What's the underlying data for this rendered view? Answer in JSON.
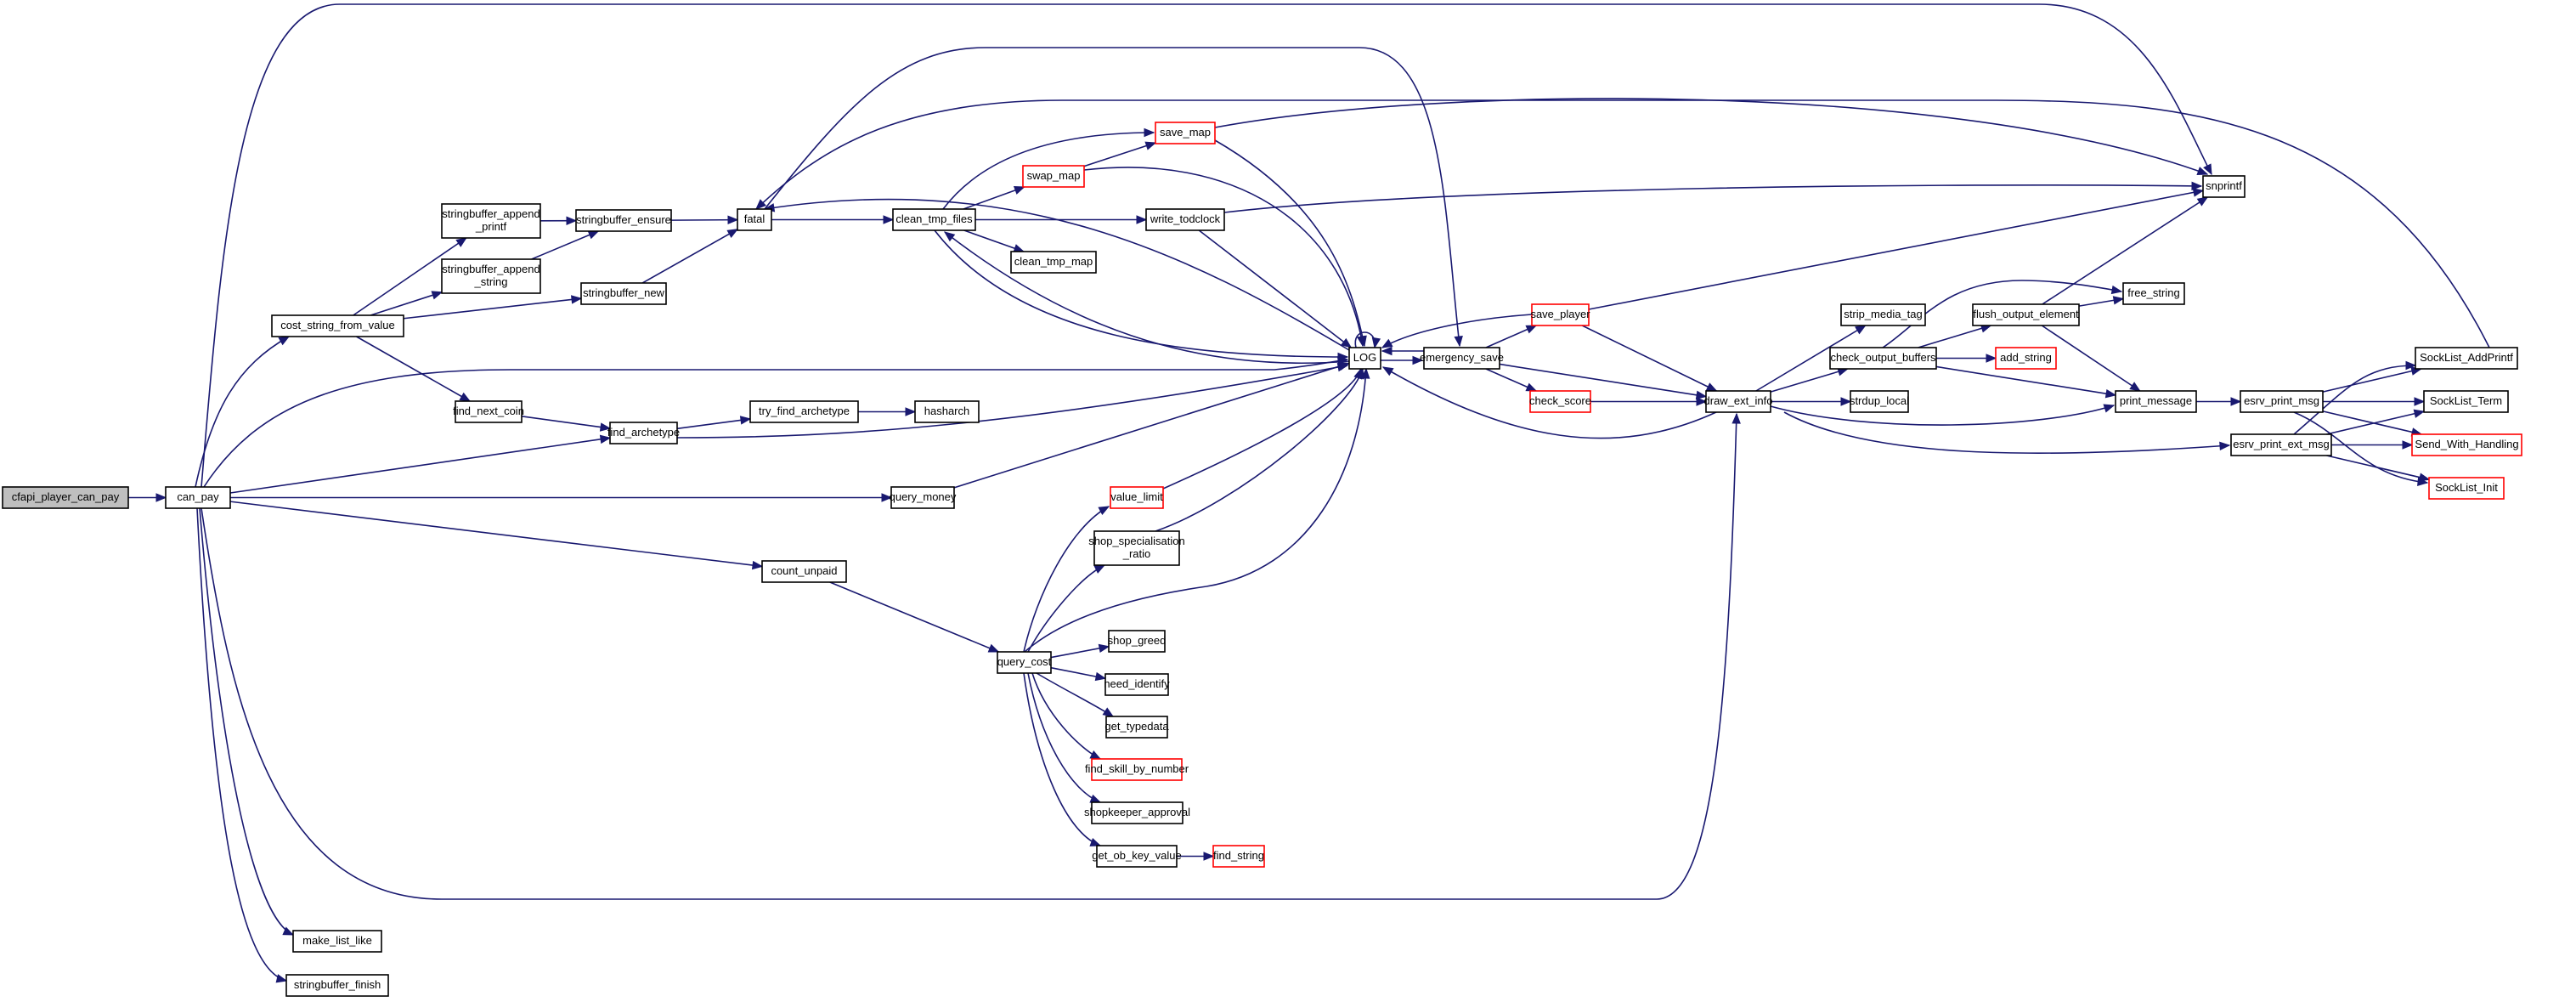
{
  "title": "cfapi_player_can_pay call graph",
  "colors": {
    "edge": "#191970",
    "truncated_border": "#ff0000",
    "root_fill": "#bfbfbf"
  },
  "nodes": [
    {
      "id": "cfapi_player_can_pay",
      "label": [
        "cfapi_player_can_pay"
      ],
      "kind": "root"
    },
    {
      "id": "can_pay",
      "label": [
        "can_pay"
      ],
      "kind": "normal"
    },
    {
      "id": "cost_string_from_value",
      "label": [
        "cost_string_from_value"
      ],
      "kind": "normal"
    },
    {
      "id": "stringbuffer_append_printf",
      "label": [
        "stringbuffer_append",
        "_printf"
      ],
      "kind": "normal"
    },
    {
      "id": "stringbuffer_append_string",
      "label": [
        "stringbuffer_append",
        "_string"
      ],
      "kind": "normal"
    },
    {
      "id": "stringbuffer_ensure",
      "label": [
        "stringbuffer_ensure"
      ],
      "kind": "normal"
    },
    {
      "id": "stringbuffer_new",
      "label": [
        "stringbuffer_new"
      ],
      "kind": "normal"
    },
    {
      "id": "fatal",
      "label": [
        "fatal"
      ],
      "kind": "normal"
    },
    {
      "id": "clean_tmp_files",
      "label": [
        "clean_tmp_files"
      ],
      "kind": "normal"
    },
    {
      "id": "swap_map",
      "label": [
        "swap_map"
      ],
      "kind": "truncated"
    },
    {
      "id": "save_map",
      "label": [
        "save_map"
      ],
      "kind": "truncated"
    },
    {
      "id": "write_todclock",
      "label": [
        "write_todclock"
      ],
      "kind": "normal"
    },
    {
      "id": "clean_tmp_map",
      "label": [
        "clean_tmp_map"
      ],
      "kind": "normal"
    },
    {
      "id": "snprintf",
      "label": [
        "snprintf"
      ],
      "kind": "normal"
    },
    {
      "id": "find_next_coin",
      "label": [
        "find_next_coin"
      ],
      "kind": "normal"
    },
    {
      "id": "find_archetype",
      "label": [
        "find_archetype"
      ],
      "kind": "normal"
    },
    {
      "id": "try_find_archetype",
      "label": [
        "try_find_archetype"
      ],
      "kind": "normal"
    },
    {
      "id": "hasharch",
      "label": [
        "hasharch"
      ],
      "kind": "normal"
    },
    {
      "id": "LOG",
      "label": [
        "LOG"
      ],
      "kind": "normal"
    },
    {
      "id": "emergency_save",
      "label": [
        "emergency_save"
      ],
      "kind": "normal"
    },
    {
      "id": "save_player",
      "label": [
        "save_player"
      ],
      "kind": "truncated"
    },
    {
      "id": "check_score",
      "label": [
        "check_score"
      ],
      "kind": "truncated"
    },
    {
      "id": "draw_ext_info",
      "label": [
        "draw_ext_info"
      ],
      "kind": "normal"
    },
    {
      "id": "strip_media_tag",
      "label": [
        "strip_media_tag"
      ],
      "kind": "normal"
    },
    {
      "id": "check_output_buffers",
      "label": [
        "check_output_buffers"
      ],
      "kind": "normal"
    },
    {
      "id": "strdup_local",
      "label": [
        "strdup_local"
      ],
      "kind": "normal"
    },
    {
      "id": "flush_output_element",
      "label": [
        "flush_output_element"
      ],
      "kind": "normal"
    },
    {
      "id": "free_string",
      "label": [
        "free_string"
      ],
      "kind": "normal"
    },
    {
      "id": "add_string",
      "label": [
        "add_string"
      ],
      "kind": "truncated"
    },
    {
      "id": "print_message",
      "label": [
        "print_message"
      ],
      "kind": "normal"
    },
    {
      "id": "esrv_print_msg",
      "label": [
        "esrv_print_msg"
      ],
      "kind": "normal"
    },
    {
      "id": "esrv_print_ext_msg",
      "label": [
        "esrv_print_ext_msg"
      ],
      "kind": "normal"
    },
    {
      "id": "SockList_AddPrintf",
      "label": [
        "SockList_AddPrintf"
      ],
      "kind": "normal"
    },
    {
      "id": "SockList_Term",
      "label": [
        "SockList_Term"
      ],
      "kind": "normal"
    },
    {
      "id": "Send_With_Handling",
      "label": [
        "Send_With_Handling"
      ],
      "kind": "truncated"
    },
    {
      "id": "SockList_Init",
      "label": [
        "SockList_Init"
      ],
      "kind": "truncated"
    },
    {
      "id": "query_money",
      "label": [
        "query_money"
      ],
      "kind": "normal"
    },
    {
      "id": "count_unpaid",
      "label": [
        "count_unpaid"
      ],
      "kind": "normal"
    },
    {
      "id": "query_cost",
      "label": [
        "query_cost"
      ],
      "kind": "normal"
    },
    {
      "id": "value_limit",
      "label": [
        "value_limit"
      ],
      "kind": "truncated"
    },
    {
      "id": "shop_specialisation_ratio",
      "label": [
        "shop_specialisation",
        "_ratio"
      ],
      "kind": "normal"
    },
    {
      "id": "shop_greed",
      "label": [
        "shop_greed"
      ],
      "kind": "normal"
    },
    {
      "id": "need_identify",
      "label": [
        "need_identify"
      ],
      "kind": "normal"
    },
    {
      "id": "get_typedata",
      "label": [
        "get_typedata"
      ],
      "kind": "normal"
    },
    {
      "id": "find_skill_by_number",
      "label": [
        "find_skill_by_number"
      ],
      "kind": "truncated"
    },
    {
      "id": "shopkeeper_approval",
      "label": [
        "shopkeeper_approval"
      ],
      "kind": "normal"
    },
    {
      "id": "get_ob_key_value",
      "label": [
        "get_ob_key_value"
      ],
      "kind": "normal"
    },
    {
      "id": "find_string",
      "label": [
        "find_string"
      ],
      "kind": "truncated"
    },
    {
      "id": "make_list_like",
      "label": [
        "make_list_like"
      ],
      "kind": "normal"
    },
    {
      "id": "stringbuffer_finish",
      "label": [
        "stringbuffer_finish"
      ],
      "kind": "normal"
    }
  ],
  "edges": [
    [
      "cfapi_player_can_pay",
      "can_pay"
    ],
    [
      "can_pay",
      "cost_string_from_value"
    ],
    [
      "can_pay",
      "snprintf"
    ],
    [
      "can_pay",
      "LOG"
    ],
    [
      "can_pay",
      "find_archetype"
    ],
    [
      "can_pay",
      "query_money"
    ],
    [
      "can_pay",
      "count_unpaid"
    ],
    [
      "can_pay",
      "draw_ext_info"
    ],
    [
      "can_pay",
      "make_list_like"
    ],
    [
      "can_pay",
      "stringbuffer_finish"
    ],
    [
      "cost_string_from_value",
      "stringbuffer_append_printf"
    ],
    [
      "cost_string_from_value",
      "stringbuffer_append_string"
    ],
    [
      "cost_string_from_value",
      "stringbuffer_new"
    ],
    [
      "cost_string_from_value",
      "find_next_coin"
    ],
    [
      "stringbuffer_append_printf",
      "stringbuffer_ensure"
    ],
    [
      "stringbuffer_append_string",
      "stringbuffer_ensure"
    ],
    [
      "stringbuffer_ensure",
      "fatal"
    ],
    [
      "stringbuffer_new",
      "fatal"
    ],
    [
      "fatal",
      "clean_tmp_files"
    ],
    [
      "fatal",
      "emergency_save"
    ],
    [
      "clean_tmp_files",
      "swap_map"
    ],
    [
      "clean_tmp_files",
      "save_map"
    ],
    [
      "clean_tmp_files",
      "write_todclock"
    ],
    [
      "clean_tmp_files",
      "clean_tmp_map"
    ],
    [
      "clean_tmp_files",
      "LOG"
    ],
    [
      "swap_map",
      "save_map"
    ],
    [
      "swap_map",
      "LOG"
    ],
    [
      "save_map",
      "snprintf"
    ],
    [
      "save_map",
      "LOG"
    ],
    [
      "write_todclock",
      "snprintf"
    ],
    [
      "write_todclock",
      "LOG"
    ],
    [
      "find_next_coin",
      "find_archetype"
    ],
    [
      "find_archetype",
      "try_find_archetype"
    ],
    [
      "find_archetype",
      "LOG"
    ],
    [
      "try_find_archetype",
      "hasharch"
    ],
    [
      "LOG",
      "LOG"
    ],
    [
      "LOG",
      "emergency_save"
    ],
    [
      "LOG",
      "fatal"
    ],
    [
      "LOG",
      "clean_tmp_files"
    ],
    [
      "emergency_save",
      "save_player"
    ],
    [
      "emergency_save",
      "check_score"
    ],
    [
      "emergency_save",
      "draw_ext_info"
    ],
    [
      "emergency_save",
      "LOG"
    ],
    [
      "save_player",
      "LOG"
    ],
    [
      "save_player",
      "snprintf"
    ],
    [
      "save_player",
      "draw_ext_info"
    ],
    [
      "check_score",
      "draw_ext_info"
    ],
    [
      "draw_ext_info",
      "LOG"
    ],
    [
      "draw_ext_info",
      "strip_media_tag"
    ],
    [
      "draw_ext_info",
      "check_output_buffers"
    ],
    [
      "draw_ext_info",
      "strdup_local"
    ],
    [
      "draw_ext_info",
      "print_message"
    ],
    [
      "draw_ext_info",
      "esrv_print_ext_msg"
    ],
    [
      "check_output_buffers",
      "free_string"
    ],
    [
      "check_output_buffers",
      "flush_output_element"
    ],
    [
      "check_output_buffers",
      "add_string"
    ],
    [
      "check_output_buffers",
      "print_message"
    ],
    [
      "flush_output_element",
      "free_string"
    ],
    [
      "flush_output_element",
      "snprintf"
    ],
    [
      "flush_output_element",
      "print_message"
    ],
    [
      "print_message",
      "esrv_print_msg"
    ],
    [
      "esrv_print_msg",
      "SockList_AddPrintf"
    ],
    [
      "esrv_print_msg",
      "SockList_Term"
    ],
    [
      "esrv_print_msg",
      "Send_With_Handling"
    ],
    [
      "esrv_print_msg",
      "SockList_Init"
    ],
    [
      "esrv_print_ext_msg",
      "SockList_AddPrintf"
    ],
    [
      "esrv_print_ext_msg",
      "SockList_Term"
    ],
    [
      "esrv_print_ext_msg",
      "Send_With_Handling"
    ],
    [
      "esrv_print_ext_msg",
      "SockList_Init"
    ],
    [
      "SockList_AddPrintf",
      "fatal"
    ],
    [
      "query_money",
      "LOG"
    ],
    [
      "count_unpaid",
      "query_cost"
    ],
    [
      "query_cost",
      "value_limit"
    ],
    [
      "query_cost",
      "shop_specialisation_ratio"
    ],
    [
      "query_cost",
      "LOG"
    ],
    [
      "query_cost",
      "shop_greed"
    ],
    [
      "query_cost",
      "need_identify"
    ],
    [
      "query_cost",
      "get_typedata"
    ],
    [
      "query_cost",
      "find_skill_by_number"
    ],
    [
      "query_cost",
      "shopkeeper_approval"
    ],
    [
      "query_cost",
      "get_ob_key_value"
    ],
    [
      "value_limit",
      "LOG"
    ],
    [
      "shop_specialisation_ratio",
      "LOG"
    ],
    [
      "get_ob_key_value",
      "find_string"
    ]
  ]
}
